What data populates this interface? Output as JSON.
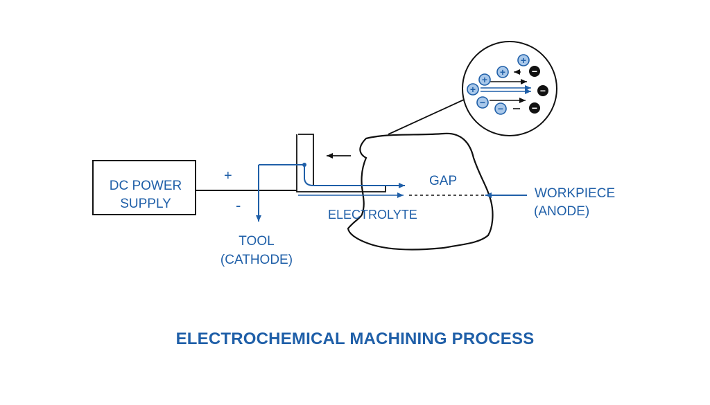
{
  "power_supply": {
    "line1": "DC POWER",
    "line2": "SUPPLY",
    "plus": "+",
    "minus": "-"
  },
  "tool": {
    "line1": "TOOL",
    "line2": "(CATHODE)"
  },
  "gap": "GAP",
  "electrolyte": "ELECTROLYTE",
  "workpiece": {
    "line1": "WORKPIECE",
    "line2": "(ANODE)"
  },
  "inset": {
    "positive_ion": "+",
    "negative_ion": "−"
  },
  "title": "ELECTROCHEMICAL MACHINING PROCESS",
  "colors": {
    "blue": "#1f5fa8",
    "ion_fill": "#a9c8ea",
    "black": "#111111"
  }
}
